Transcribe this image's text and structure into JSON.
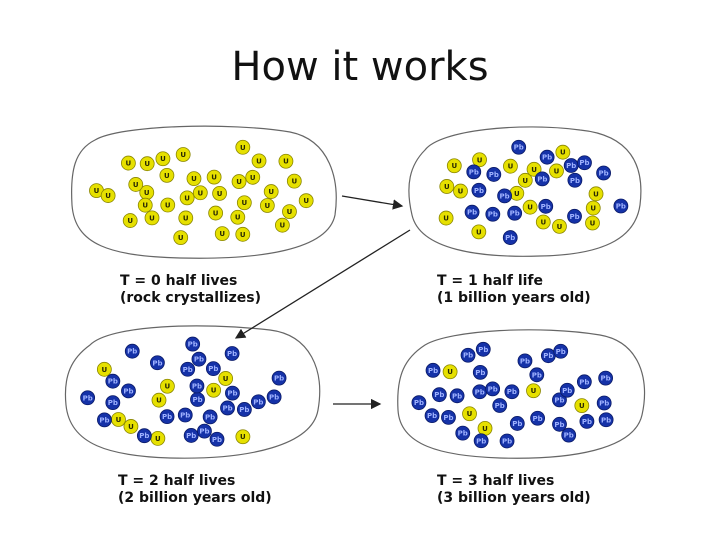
{
  "title": "How it works",
  "atom_labels": {
    "uranium": "U",
    "lead": "Pb"
  },
  "colors": {
    "uranium": "#e6e000",
    "uranium_stroke": "#8a8600",
    "lead": "#1532a8",
    "lead_stroke": "#0a1a66",
    "outline": "#555555",
    "arrow": "#222222"
  },
  "panels": [
    {
      "caption_line1": "T = 0 half lives",
      "caption_line2": "(rock crystallizes)",
      "uranium_fraction": 1.0
    },
    {
      "caption_line1": "T = 1 half life",
      "caption_line2": "(1 billion years old)",
      "uranium_fraction": 0.5
    },
    {
      "caption_line1": "T = 2 half lives",
      "caption_line2": "(2 billion years old)",
      "uranium_fraction": 0.25
    },
    {
      "caption_line1": "T = 3 half lives",
      "caption_line2": "(3 billion years old)",
      "uranium_fraction": 0.125
    }
  ]
}
